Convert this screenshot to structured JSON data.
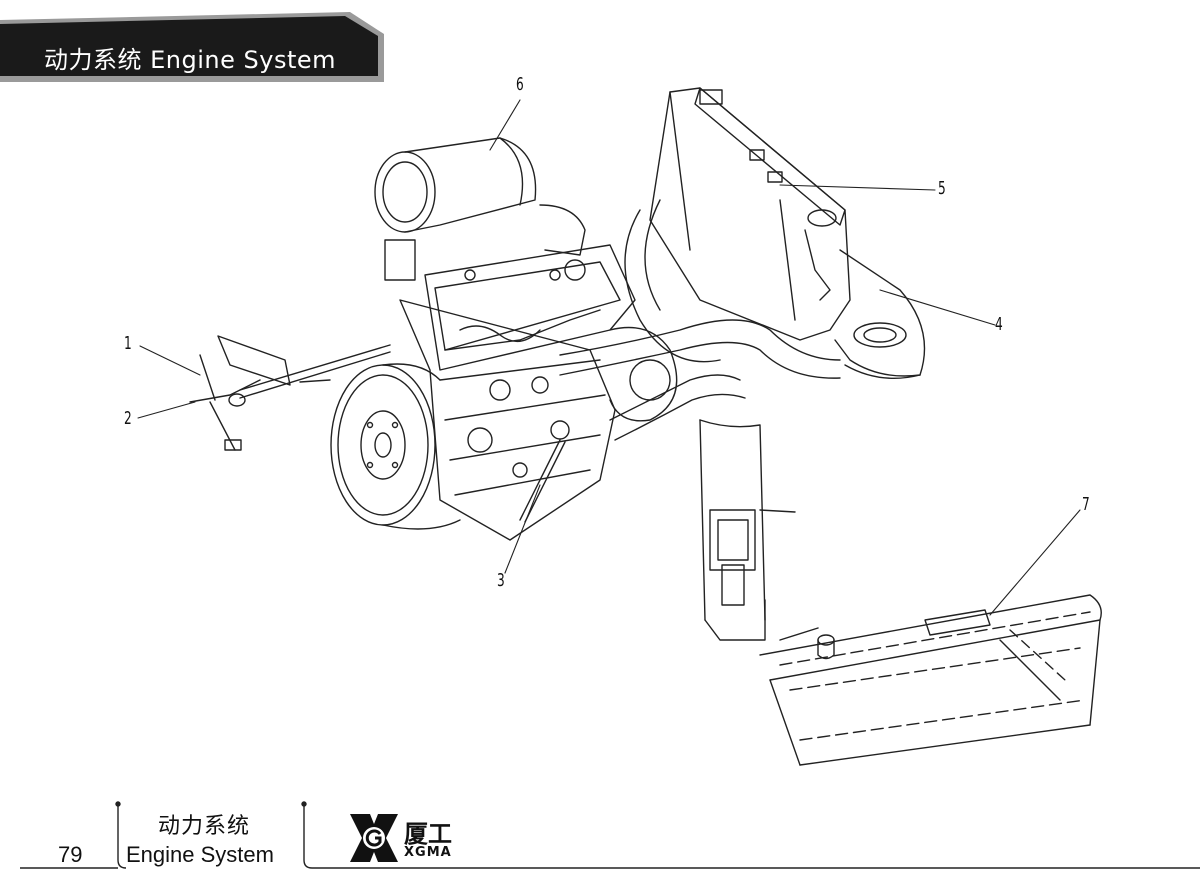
{
  "header": {
    "title": "动力系统  Engine System"
  },
  "callouts": [
    {
      "id": "1",
      "label": "1"
    },
    {
      "id": "2",
      "label": "2"
    },
    {
      "id": "3",
      "label": "3"
    },
    {
      "id": "4",
      "label": "4"
    },
    {
      "id": "5",
      "label": "5"
    },
    {
      "id": "6",
      "label": "6"
    },
    {
      "id": "7",
      "label": "7"
    }
  ],
  "footer": {
    "page_number": "79",
    "section_cn": "动力系统",
    "section_en": "Engine System",
    "brand_cn": "厦工",
    "brand_en": "XGMA"
  },
  "colors": {
    "banner_dark": "#1a1a1a",
    "banner_gray": "#9a9a9a",
    "line": "#222222"
  }
}
